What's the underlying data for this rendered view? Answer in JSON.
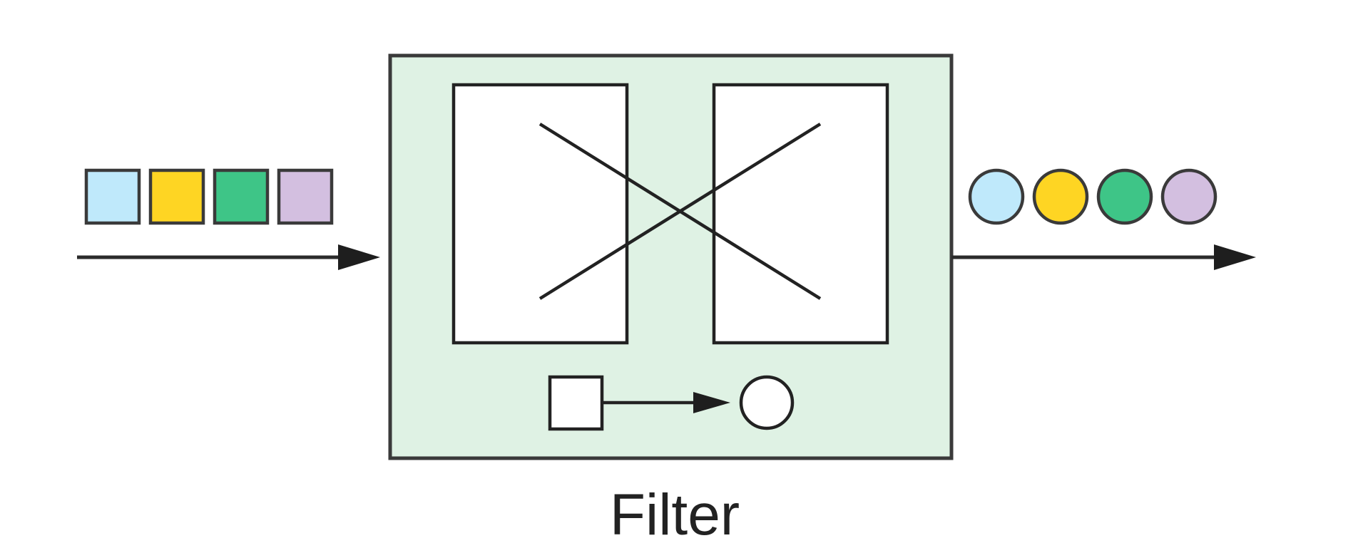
{
  "diagram": {
    "label": "Filter",
    "colors": {
      "stroke": "#2b2b2b",
      "box_fill": "#dff2e4",
      "inner_fill": "#ffffff",
      "item_colors": [
        "#bfe9fb",
        "#fed523",
        "#3ec587",
        "#d3bfe0"
      ]
    },
    "input": {
      "shape": "square",
      "items": [
        "light-blue",
        "yellow",
        "green",
        "lavender"
      ]
    },
    "output": {
      "shape": "circle",
      "items": [
        "light-blue",
        "yellow",
        "green",
        "lavender"
      ]
    },
    "transform": {
      "from_shape": "square",
      "to_shape": "circle"
    }
  }
}
